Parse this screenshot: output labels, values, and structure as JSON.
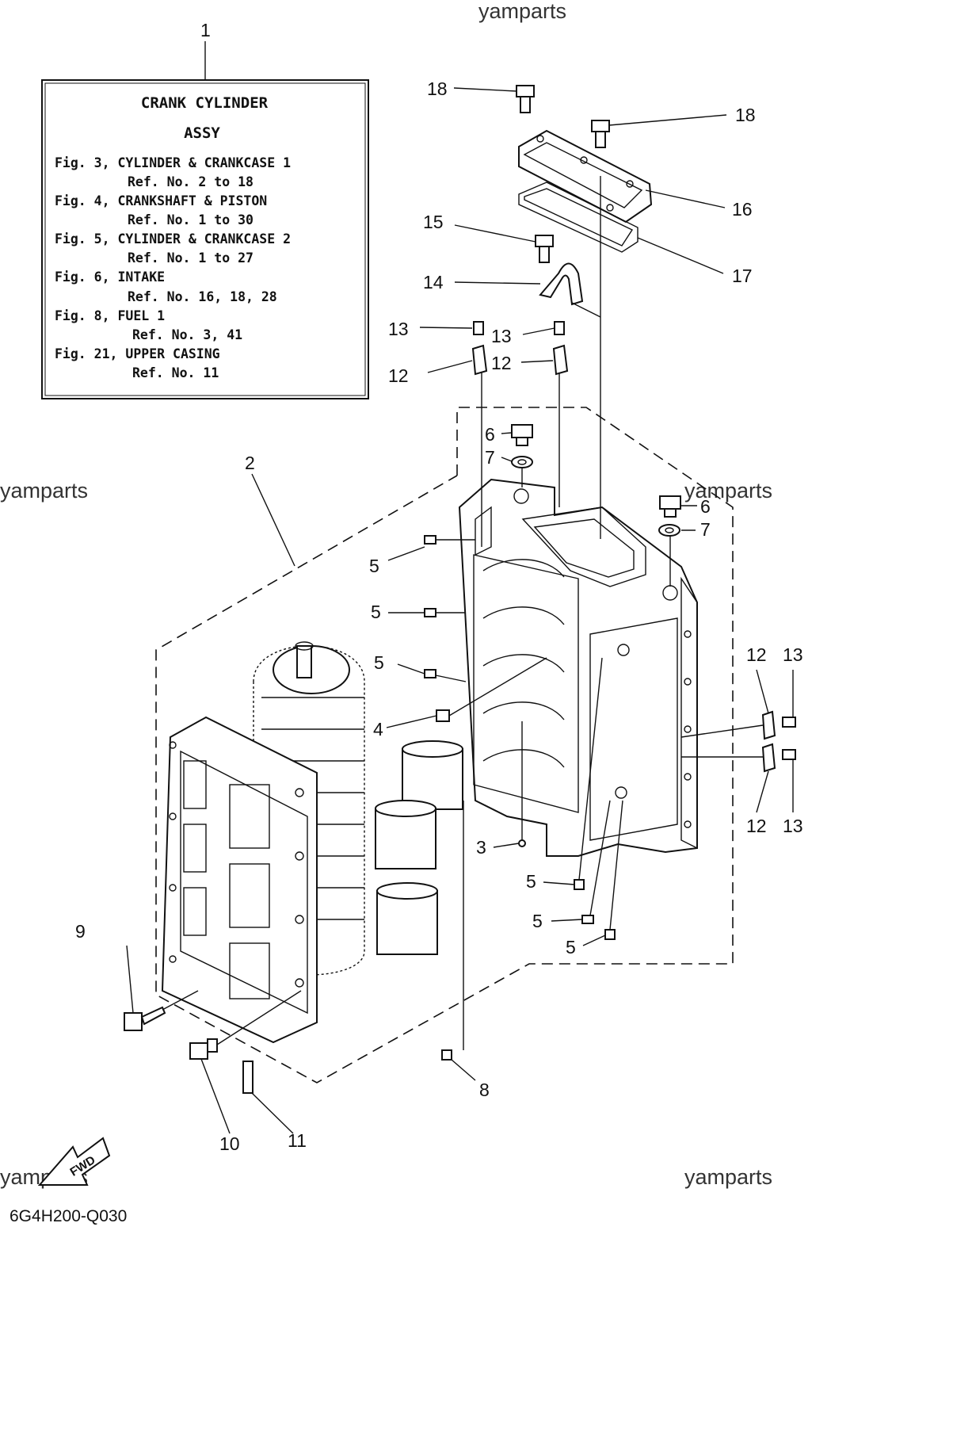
{
  "watermark": "yamparts",
  "diagram_code": "6G4H200-Q030",
  "fwd_label": "FWD",
  "legend": {
    "ref_number": "1",
    "title_line1": "CRANK CYLINDER",
    "title_line2": "ASSY",
    "lines": [
      "Fig. 3, CYLINDER & CRANKCASE 1",
      "Ref. No. 2 to 18",
      "Fig. 4, CRANKSHAFT & PISTON",
      "Ref. No. 1 to 30",
      "Fig. 5, CYLINDER & CRANKCASE 2",
      "Ref. No. 1 to 27",
      "Fig. 6, INTAKE",
      "Ref. No. 16, 18, 28",
      "Fig. 8, FUEL 1",
      "Ref. No. 3, 41",
      "Fig. 21, UPPER CASING",
      "Ref. No. 11"
    ]
  },
  "callouts": [
    "2",
    "3",
    "4",
    "5",
    "5",
    "5",
    "5",
    "5",
    "5",
    "6",
    "6",
    "7",
    "7",
    "8",
    "9",
    "10",
    "11",
    "12",
    "12",
    "12",
    "12",
    "13",
    "13",
    "13",
    "13",
    "14",
    "15",
    "16",
    "17",
    "18",
    "18"
  ]
}
